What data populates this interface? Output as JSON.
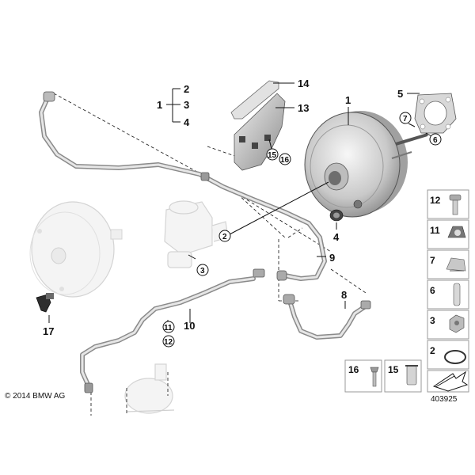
{
  "callouts": {
    "c1": "1",
    "c2_top": "2",
    "c3_top": "3",
    "c4_top": "4",
    "c1_group": "1",
    "c2_main": "2",
    "c3_main": "3",
    "c4_main": "4",
    "c5": "5",
    "c6": "6",
    "c7": "7",
    "c8": "8",
    "c9": "9",
    "c10": "10",
    "c11": "11",
    "c12": "12",
    "c13": "13",
    "c14": "14",
    "c15": "15",
    "c16": "16",
    "c17": "17"
  },
  "parts_panel": {
    "p12": "12",
    "p11": "11",
    "p7": "7",
    "p6": "6",
    "p3": "3",
    "p2": "2",
    "p16": "16",
    "p15": "15"
  },
  "footer": {
    "copyright": "© 2014 BMW AG",
    "document_number": "403925"
  }
}
